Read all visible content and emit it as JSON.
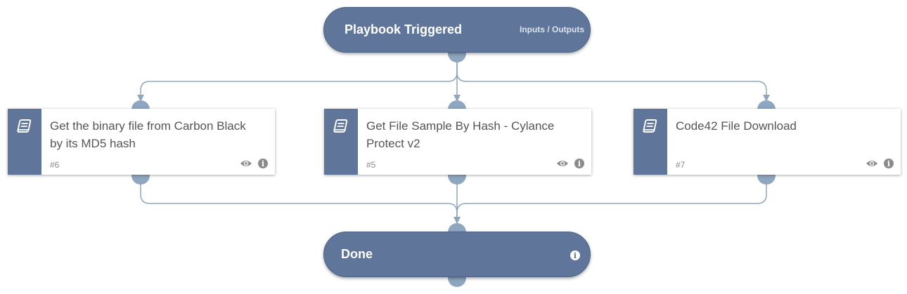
{
  "colors": {
    "node": "#5f7599",
    "connector": "#8fa6c1",
    "card_text": "#555555"
  },
  "start_node": {
    "title": "Playbook Triggered",
    "io_link": "Inputs / Outputs"
  },
  "end_node": {
    "title": "Done",
    "icon": "info-icon"
  },
  "tasks": [
    {
      "name": "Get the binary file from Carbon Black by its MD5 hash",
      "id": "#6",
      "icon": "book-icon"
    },
    {
      "name": "Get File Sample By Hash - Cylance Protect v2",
      "id": "#5",
      "icon": "book-icon"
    },
    {
      "name": "Code42 File Download",
      "id": "#7",
      "icon": "book-icon"
    }
  ]
}
